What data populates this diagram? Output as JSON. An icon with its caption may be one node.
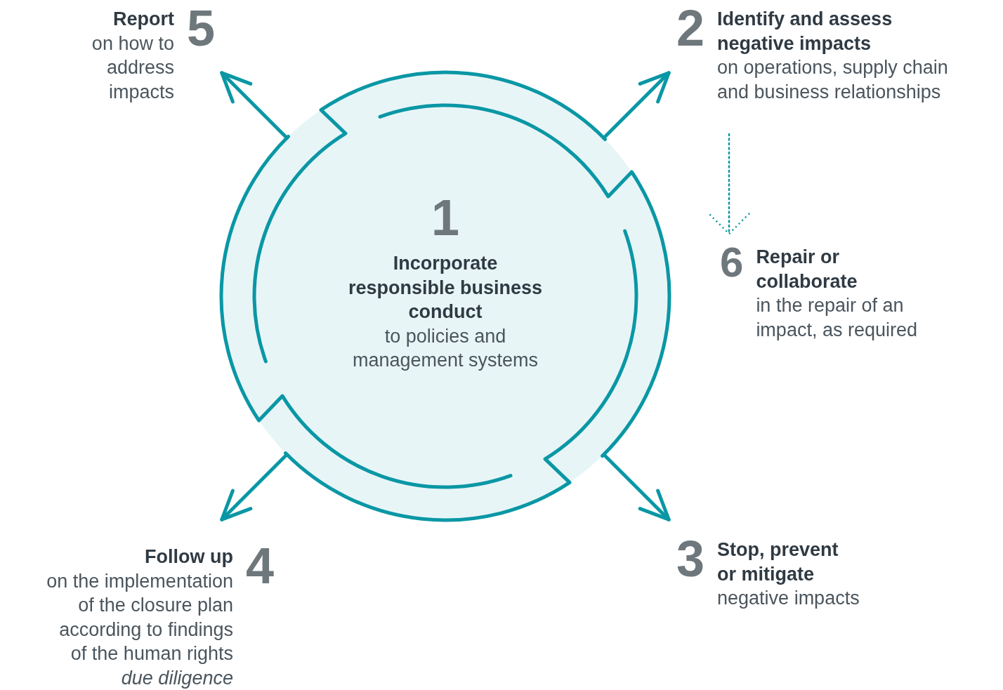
{
  "diagram": {
    "nodes": [
      {
        "text": [
          "1",
          "Incorporate responsible business conduct",
          "to policies and management systems"
        ]
      },
      {
        "text": [
          "2",
          "Identify and assess negative impacts",
          "on operations, supply chain and business relationships"
        ]
      },
      {
        "text": [
          "3",
          "Stop, prevent or mitigate",
          "negative impacts"
        ]
      },
      {
        "text": [
          "Follow up",
          "on the implementation of the closure plan according to findings of the human rights *due diligence*",
          "4"
        ]
      },
      {
        "text": [
          "Report",
          "on how to address impacts",
          "5"
        ]
      },
      {
        "text": [
          "6",
          "Repair or collaborate",
          "in the repair of an impact, as required"
        ]
      }
    ],
    "edges": [
      {
        "from": 0,
        "to": 1,
        "arrow": "to"
      },
      {
        "from": 0,
        "to": 2,
        "arrow": "to"
      },
      {
        "from": 0,
        "to": 3,
        "arrow": "to"
      },
      {
        "from": 0,
        "to": 4,
        "arrow": "to"
      },
      {
        "from": 1,
        "to": 5,
        "arrow": "to",
        "style": "dashed"
      }
    ]
  }
}
